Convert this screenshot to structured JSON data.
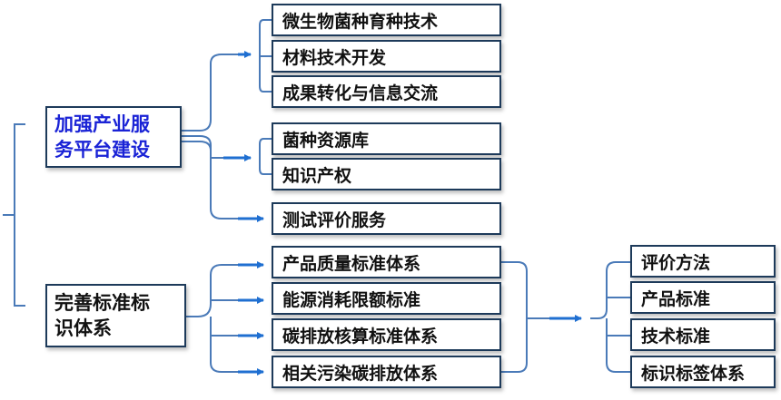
{
  "main_nodes": [
    {
      "line1": "加强产业服",
      "line2": "务平台建设"
    },
    {
      "line1": "完善标准标",
      "line2": "识体系"
    }
  ],
  "service_items": [
    "微生物菌种育种技术",
    "材料技术开发",
    "成果转化与信息交流",
    "菌种资源库",
    "知识产权",
    "测试评价服务"
  ],
  "standard_items": [
    "产品质量标准体系",
    "能源消耗限额标准",
    "碳排放核算标准体系",
    "相关污染碳排放体系"
  ],
  "outcome_items": [
    "评价方法",
    "产品标准",
    "技术标准",
    "标识标签体系"
  ],
  "colors": {
    "line": "#4a7ab8",
    "arrow": "#1f6fd1",
    "border": "#1d3a5a",
    "highlight_text": "#1a23d6"
  }
}
